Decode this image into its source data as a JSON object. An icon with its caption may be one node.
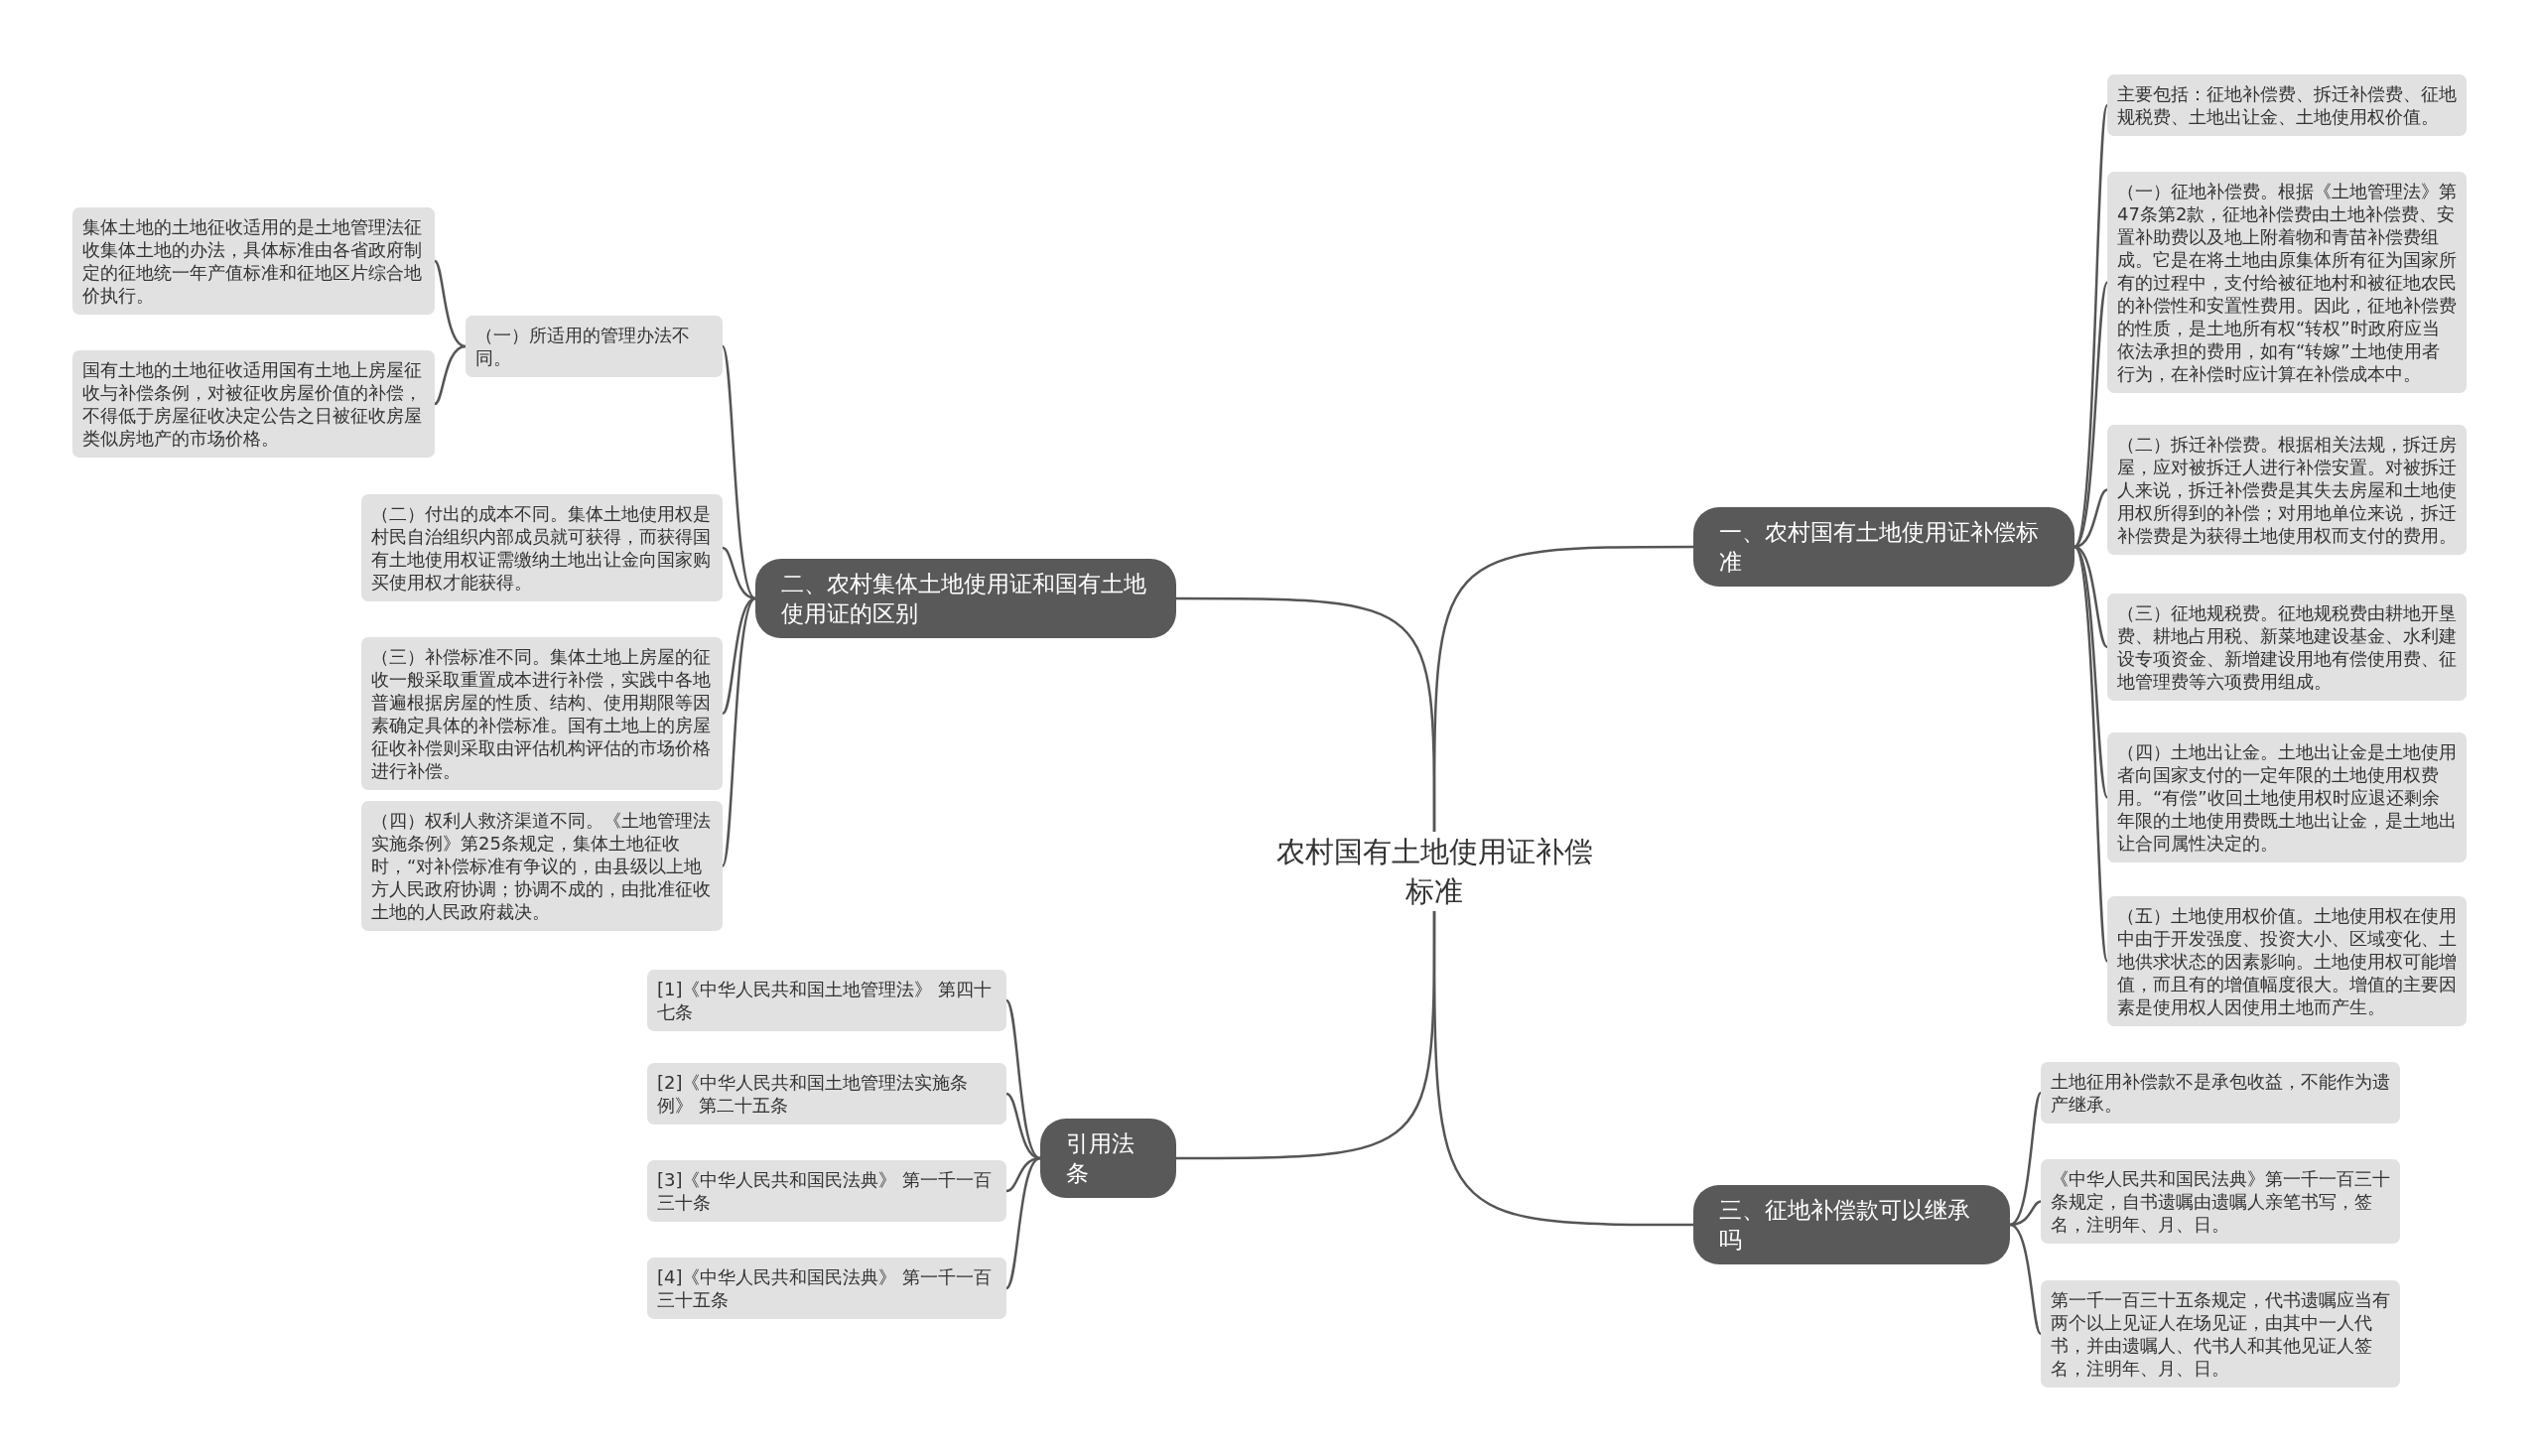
{
  "diagram": {
    "nodes": [
      {
        "text": [
          "农村国有土地使用证补偿标准"
        ]
      },
      {
        "text": [
          "一、农村国有土地使用证补偿标准"
        ]
      },
      {
        "text": [
          "主要包括：征地补偿费、拆迁补偿费、征地规税费、土地出让金、土地使用权价值。"
        ]
      },
      {
        "text": [
          "（一）征地补偿费。根据《土地管理法》第47条第2款，征地补偿费由土地补偿费、安置补助费以及地上附着物和青苗补偿费组成。它是在将土地由原集体所有征为国家所有的过程中，支付给被征地村和被征地农民的补偿性和安置性费用。因此，征地补偿费的性质，是土地所有权“转权”时政府应当依法承担的费用，如有“转嫁”土地使用者行为，在补偿时应计算在补偿成本中。"
        ]
      },
      {
        "text": [
          "（二）拆迁补偿费。根据相关法规，拆迁房屋，应对被拆迁人进行补偿安置。对被拆迁人来说，拆迁补偿费是其失去房屋和土地使用权所得到的补偿；对用地单位来说，拆迁补偿费是为获得土地使用权而支付的费用。"
        ]
      },
      {
        "text": [
          "（三）征地规税费。征地规税费由耕地开垦费、耕地占用税、新菜地建设基金、水利建设专项资金、新增建设用地有偿使用费、征地管理费等六项费用组成。"
        ]
      },
      {
        "text": [
          "（四）土地出让金。土地出让金是土地使用者向国家支付的一定年限的土地使用权费用。“有偿”收回土地使用权时应退还剩余年限的土地使用费既土地出让金，是土地出让合同属性决定的。"
        ]
      },
      {
        "text": [
          "（五）土地使用权价值。土地使用权在使用中由于开发强度、投资大小、区域变化、土地供求状态的因素影响。土地使用权可能增值，而且有的增值幅度很大。增值的主要因素是使用权人因使用土地而产生。"
        ]
      },
      {
        "text": [
          "二、农村集体土地使用证和国有土地使用证的区别"
        ]
      },
      {
        "text": [
          "（一）所适用的管理办法不同。"
        ]
      },
      {
        "text": [
          "集体土地的土地征收适用的是土地管理法征收集体土地的办法，具体标准由各省政府制定的征地统一年产值标准和征地区片综合地价执行。"
        ]
      },
      {
        "text": [
          "国有土地的土地征收适用国有土地上房屋征收与补偿条例，对被征收房屋价值的补偿，不得低于房屋征收决定公告之日被征收房屋类似房地产的市场价格。"
        ]
      },
      {
        "text": [
          "（二）付出的成本不同。集体土地使用权是村民自治组织内部成员就可获得，而获得国有土地使用权证需缴纳土地出让金向国家购买使用权才能获得。"
        ]
      },
      {
        "text": [
          "（三）补偿标准不同。集体土地上房屋的征收一般采取重置成本进行补偿，实践中各地普遍根据房屋的性质、结构、使用期限等因素确定具体的补偿标准。国有土地上的房屋征收补偿则采取由评估机构评估的市场价格进行补偿。"
        ]
      },
      {
        "text": [
          "（四）权利人救济渠道不同。《土地管理法实施条例》第25条规定，集体土地征收时，“对补偿标准有争议的，由县级以上地方人民政府协调；协调不成的，由批准征收土地的人民政府裁决。"
        ]
      },
      {
        "text": [
          "引用法条"
        ]
      },
      {
        "text": [
          "[1]《中华人民共和国土地管理法》 第四十七条"
        ]
      },
      {
        "text": [
          "[2]《中华人民共和国土地管理法实施条例》 第二十五条"
        ]
      },
      {
        "text": [
          "[3]《中华人民共和国民法典》 第一千一百三十条"
        ]
      },
      {
        "text": [
          "[4]《中华人民共和国民法典》 第一千一百三十五条"
        ]
      },
      {
        "text": [
          "三、征地补偿款可以继承吗"
        ]
      },
      {
        "text": [
          "土地征用补偿款不是承包收益，不能作为遗产继承。"
        ]
      },
      {
        "text": [
          "《中华人民共和国民法典》第一千一百三十条规定，自书遗嘱由遗嘱人亲笔书写，签名，注明年、月、日。"
        ]
      },
      {
        "text": [
          "第一千一百三十五条规定，代书遗嘱应当有两个以上见证人在场见证，由其中一人代书，并由遗嘱人、代书人和其他见证人签名，注明年、月、日。"
        ]
      }
    ],
    "edges": [
      {
        "from": 0,
        "to": 1,
        "arrow": "none"
      },
      {
        "from": 1,
        "to": 2,
        "arrow": "none"
      },
      {
        "from": 1,
        "to": 3,
        "arrow": "none"
      },
      {
        "from": 1,
        "to": 4,
        "arrow": "none"
      },
      {
        "from": 1,
        "to": 5,
        "arrow": "none"
      },
      {
        "from": 1,
        "to": 6,
        "arrow": "none"
      },
      {
        "from": 1,
        "to": 7,
        "arrow": "none"
      },
      {
        "from": 0,
        "to": 8,
        "arrow": "none"
      },
      {
        "from": 8,
        "to": 9,
        "arrow": "none"
      },
      {
        "from": 9,
        "to": 10,
        "arrow": "none"
      },
      {
        "from": 9,
        "to": 11,
        "arrow": "none"
      },
      {
        "from": 8,
        "to": 12,
        "arrow": "none"
      },
      {
        "from": 8,
        "to": 13,
        "arrow": "none"
      },
      {
        "from": 8,
        "to": 14,
        "arrow": "none"
      },
      {
        "from": 0,
        "to": 15,
        "arrow": "none"
      },
      {
        "from": 15,
        "to": 16,
        "arrow": "none"
      },
      {
        "from": 15,
        "to": 17,
        "arrow": "none"
      },
      {
        "from": 15,
        "to": 18,
        "arrow": "none"
      },
      {
        "from": 15,
        "to": 19,
        "arrow": "none"
      },
      {
        "from": 0,
        "to": 20,
        "arrow": "none"
      },
      {
        "from": 20,
        "to": 21,
        "arrow": "none"
      },
      {
        "from": 20,
        "to": 22,
        "arrow": "none"
      },
      {
        "from": 20,
        "to": 23,
        "arrow": "none"
      }
    ]
  }
}
